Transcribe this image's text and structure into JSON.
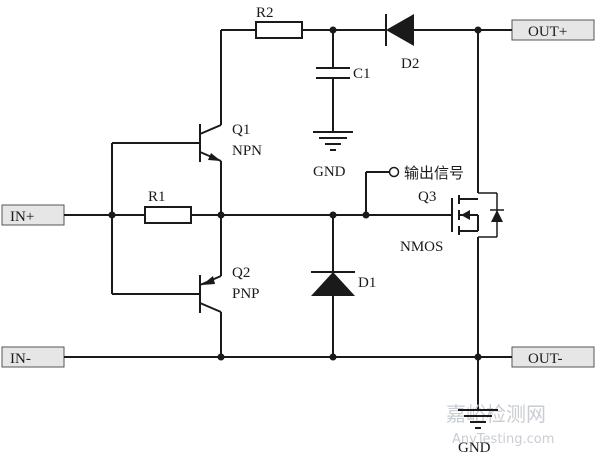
{
  "ports": {
    "in_plus": "IN+",
    "in_minus": "IN-",
    "out_plus": "OUT+",
    "out_minus": "OUT-"
  },
  "components": {
    "r1": "R1",
    "r2": "R2",
    "c1": "C1",
    "d1": "D1",
    "d2": "D2",
    "q1_ref": "Q1",
    "q1_type": "NPN",
    "q2_ref": "Q2",
    "q2_type": "PNP",
    "q3_ref": "Q3",
    "q3_type": "NMOS"
  },
  "labels": {
    "gnd_top": "GND",
    "gnd_bottom": "GND",
    "output_signal": "输出信号"
  },
  "watermark": {
    "cn": "嘉峪检测网",
    "en": "AnyTesting.com"
  }
}
